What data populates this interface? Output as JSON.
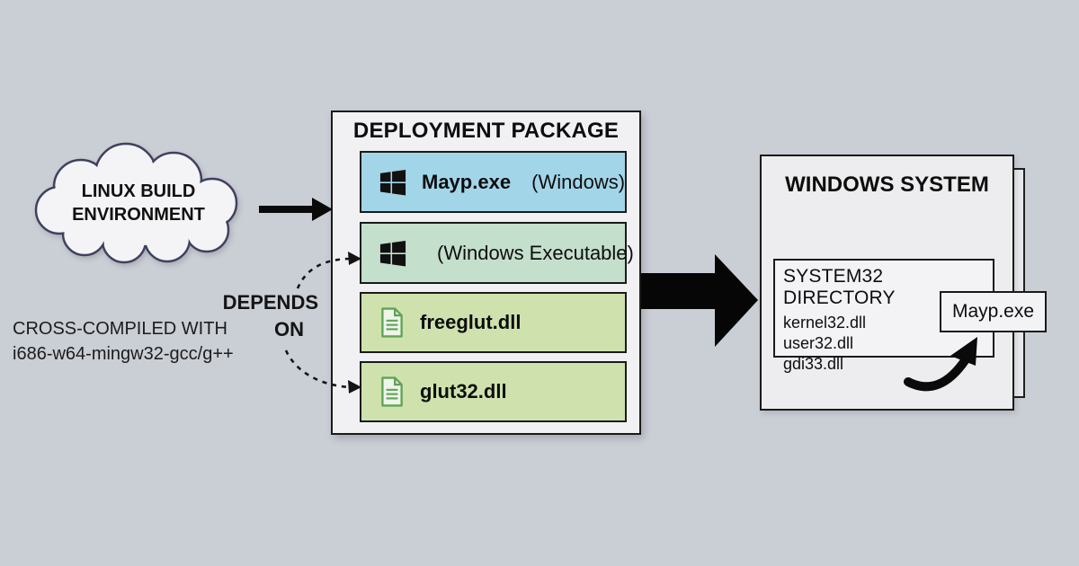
{
  "colors": {
    "background": "#caced5",
    "box_fill": "#f1f1f3",
    "border": "#1a1a1a",
    "item_blue": "#a3d5e9",
    "item_mint": "#c4dfcc",
    "item_green": "#cfe2ae",
    "cloud_stroke": "#3f415f",
    "doc_icon_green": "#61a356",
    "arrow_black": "#0a0a0a"
  },
  "cloud": {
    "line1": "LINUX BUILD",
    "line2": "ENVIRONMENT"
  },
  "notes": {
    "cross_compiled_line1": "CROSS-COMPILED WITH",
    "cross_compiled_line2": "i686-w64-mingw32-gcc/g++",
    "depends_line1": "DEPENDS",
    "depends_line2": "ON"
  },
  "package": {
    "title": "DEPLOYMENT PACKAGE",
    "items": [
      {
        "icon": "windows-logo-icon",
        "name": "Mayp.exe",
        "suffix": " (Windows)"
      },
      {
        "icon": "windows-logo-icon",
        "name": "",
        "suffix": "(Windows Executable)"
      },
      {
        "icon": "dll-file-icon",
        "name": "freeglut.dll",
        "suffix": ""
      },
      {
        "icon": "dll-file-icon",
        "name": "glut32.dll",
        "suffix": ""
      }
    ]
  },
  "system": {
    "title": "WINDOWS SYSTEM",
    "system32_title": "SYSTEM32 DIRECTORY",
    "files": [
      "kernel32.dll",
      "user32.dll",
      "gdi33.dll"
    ],
    "deployed_file": "Mayp.exe"
  }
}
